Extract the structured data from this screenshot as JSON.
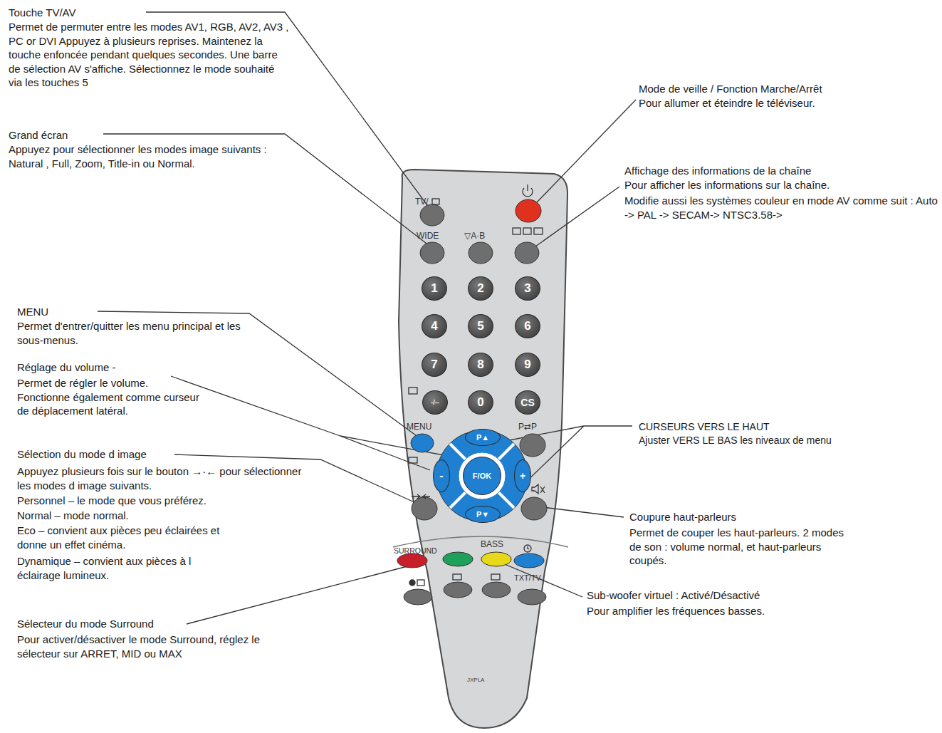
{
  "diagram": {
    "nodes": [
      {
        "text": [
          "JXPLA"
        ]
      },
      {
        "text": [
          "1"
        ],
        "in": 0
      },
      {
        "text": [
          "2"
        ],
        "in": 0
      },
      {
        "text": [
          "3"
        ],
        "in": 0
      },
      {
        "text": [
          "4"
        ],
        "in": 0
      },
      {
        "text": [
          "5"
        ],
        "in": 0
      },
      {
        "text": [
          "6"
        ],
        "in": 0
      },
      {
        "text": [
          "7"
        ],
        "in": 0
      },
      {
        "text": [
          "8"
        ],
        "in": 0
      },
      {
        "text": [
          "9"
        ],
        "in": 0
      },
      {
        "text": [
          "-/--"
        ],
        "in": 0
      },
      {
        "text": [
          "0"
        ],
        "in": 0
      },
      {
        "text": [
          "CS"
        ],
        "in": 0
      },
      {
        "text": [
          "P▲"
        ],
        "in": 0
      },
      {
        "text": [
          "-"
        ],
        "in": 0
      },
      {
        "text": [
          "F/OK"
        ],
        "in": 0
      },
      {
        "text": [
          "+"
        ],
        "in": 0
      },
      {
        "text": [
          "P▼"
        ],
        "in": 0
      }
    ],
    "labels": [
      "Touche TV/AV",
      "Permet de permuter entre les modes AV1, RGB, AV2, AV3 , PC or DVI Appuyez à plusieurs reprises. Maintenez la touche enfoncée pendant quelques secondes. Une barre de sélection AV s'affiche. Sélectionnez le mode souhaité via les touches 5",
      "Grand écran",
      "Appuyez pour sélectionner les modes image suivants : Natural , Full, Zoom, Title-in ou Normal.",
      "Mode de veille / Fonction Marche/Arrêt",
      "Pour allumer et éteindre le téléviseur.",
      "Affichage des informations de la chaîne",
      "Pour afficher les informations sur la chaîne.",
      "Modifie aussi les systèmes couleur en mode AV comme suit : Auto -> PAL -> SECAM-> NTSC3.58->",
      "MENU",
      "Permet d'entrer/quitter les menu principal et les sous-menus.",
      "Réglage du volume -",
      "Permet de régler le volume. Fonctionne également comme curseur de déplacement latéral.",
      "Sélection du mode d image",
      "Appuyez plusieurs fois sur le bouton →·← pour sélectionner les modes d image suivants.",
      "Personnel – le mode que vous préférez.",
      "Normal – mode normal.",
      "Eco – convient aux pièces peu éclairées et donne un effet cinéma.",
      "Dynamique – convient aux pièces à l éclairage lumineux.",
      "Sélecteur du mode Surround",
      "Pour activer/désactiver le mode Surround, réglez le sélecteur sur ARRET, MID ou MAX",
      "CURSEURS VERS LE HAUT",
      "Ajuster VERS LE BAS les niveaux de menu",
      "Coupure haut-parleurs",
      "Permet de couper les haut-parleurs. 2 modes de son : volume normal, et haut-parleurs coupés.",
      "Sub-woofer virtuel : Activé/Désactivé",
      "Pour amplifier les fréquences basses.",
      "TV/",
      "WIDE",
      "▽A·B",
      "MENU",
      "P⇄P",
      "SURROUND",
      "BASS",
      "TXT/TV"
    ]
  }
}
